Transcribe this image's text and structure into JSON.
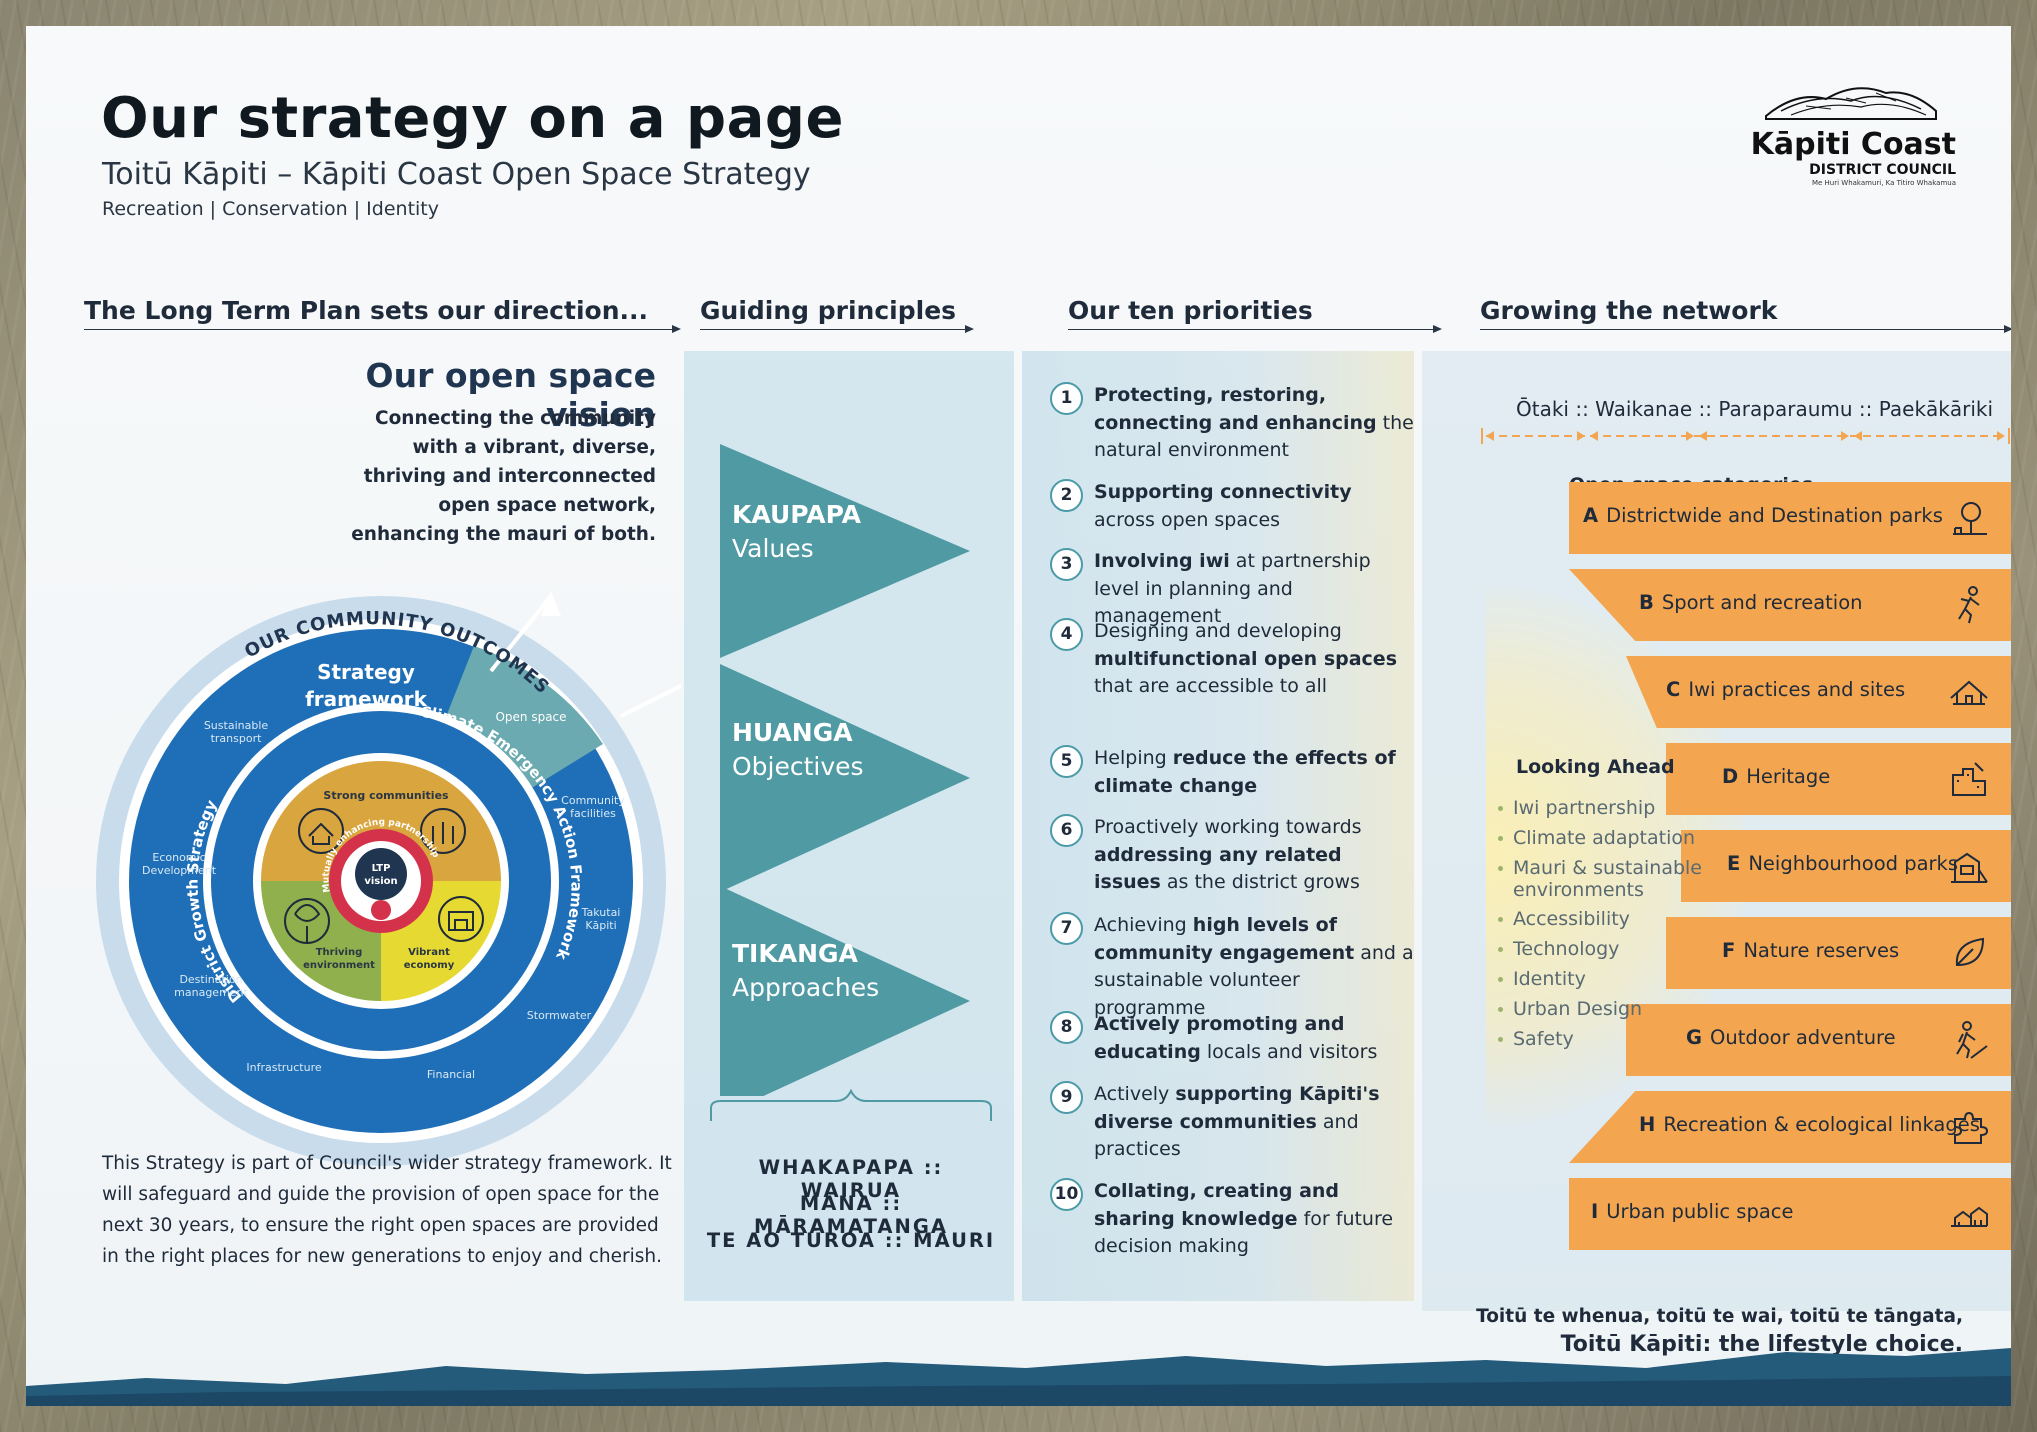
{
  "header": {
    "title": "Our strategy on a page",
    "subtitle": "Toitū Kāpiti – Kāpiti Coast Open Space Strategy",
    "tagline": "Recreation | Conservation | Identity"
  },
  "logo": {
    "name": "Kāpiti Coast",
    "sub": "DISTRICT COUNCIL",
    "motto": "Me Huri Whakamuri, Ka Titiro Whakamua"
  },
  "columns": {
    "ltp": "The Long Term Plan sets our direction...",
    "guiding": "Guiding principles",
    "priorities": "Our ten priorities",
    "network": "Growing the network"
  },
  "vision": {
    "title": "Our open space vision",
    "text": "Connecting the community with a vibrant, diverse, thriving and interconnected open space network, enhancing the mauri of both."
  },
  "wheel": {
    "community_outcomes": "OUR COMMUNITY OUTCOMES",
    "strategy_framework_1": "Strategy",
    "strategy_framework_2": "framework",
    "open_space": "Open space",
    "district_growth": "District Growth Strategy",
    "climate_emergency": "Climate Emergency Action Framework",
    "partnership": "Mutually enhancing partnership",
    "ltp_vision_1": "LTP",
    "ltp_vision_2": "vision",
    "strong_communities": "Strong communities",
    "thriving_1": "Thriving",
    "thriving_2": "environment",
    "vibrant_1": "Vibrant",
    "vibrant_2": "economy",
    "outer_labels": {
      "sustainable_1": "Sustainable",
      "sustainable_2": "transport",
      "economic_1": "Economic",
      "economic_2": "Development",
      "destination_1": "Destination",
      "destination_2": "management",
      "infrastructure": "Infrastructure",
      "financial": "Financial",
      "stormwater": "Stormwater",
      "takutai_1": "Takutai",
      "takutai_2": "Kāpiti",
      "community_1": "Community",
      "community_2": "facilities"
    }
  },
  "intro": "This Strategy is part of Council's wider strategy framework. It will safeguard and guide the provision of open space for the next 30 years, to ensure the right open spaces are provided in the right places for new generations to enjoy and cherish.",
  "guiding_principles": [
    {
      "label": "KAUPAPA",
      "sub": "Values"
    },
    {
      "label": "HUANGA",
      "sub": "Objectives"
    },
    {
      "label": "TIKANGA",
      "sub": "Approaches"
    }
  ],
  "guiding_words": [
    "WHAKAPAPA  ::  WAIRUA",
    "MANA  ::  MĀRAMATANGA",
    "TE AO TŪROA  ::  MAURI"
  ],
  "priorities": [
    {
      "num": "1",
      "bold": "Protecting, restoring, connecting and enhancing",
      "rest": " the natural environment"
    },
    {
      "num": "2",
      "bold": "Supporting connectivity",
      "rest": " across open spaces"
    },
    {
      "num": "3",
      "bold": "Involving iwi",
      "rest": " at partnership level in planning and management"
    },
    {
      "num": "4",
      "pre": "Designing and developing ",
      "bold": "multifunctional open spaces",
      "rest": " that are accessible to all"
    },
    {
      "num": "5",
      "pre": "Helping ",
      "bold": "reduce the effects of climate change",
      "rest": ""
    },
    {
      "num": "6",
      "pre": "Proactively working towards ",
      "bold": "addressing any related issues",
      "rest": " as the district grows"
    },
    {
      "num": "7",
      "pre": "Achieving ",
      "bold": "high levels of community engagement",
      "rest": " and a sustainable volunteer programme"
    },
    {
      "num": "8",
      "bold": "Actively promoting and educating",
      "rest": " locals and visitors"
    },
    {
      "num": "9",
      "pre": "Actively ",
      "bold": "supporting Kāpiti's diverse communities",
      "rest": " and practices"
    },
    {
      "num": "10",
      "bold": "Collating, creating and sharing knowledge",
      "rest": " for future decision making"
    }
  ],
  "network": {
    "towns": "Ōtaki :: Waikanae ::  Paraparaumu :: Paekākāriki",
    "categories_title": "Open space categories",
    "categories": [
      {
        "letter": "A",
        "label": "Districtwide and Destination parks",
        "icon": "tree-icon"
      },
      {
        "letter": "B",
        "label": "Sport and recreation",
        "icon": "runner-icon"
      },
      {
        "letter": "C",
        "label": "Iwi practices and sites",
        "icon": "wharenui-icon"
      },
      {
        "letter": "D",
        "label": "Heritage",
        "icon": "heritage-icon"
      },
      {
        "letter": "E",
        "label": "Neighbourhood parks",
        "icon": "playground-icon"
      },
      {
        "letter": "F",
        "label": "Nature reserves",
        "icon": "leaf-icon"
      },
      {
        "letter": "G",
        "label": "Outdoor adventure",
        "icon": "hiker-icon"
      },
      {
        "letter": "H",
        "label": "Recreation & ecological linkages",
        "icon": "puzzle-icon"
      },
      {
        "letter": "I",
        "label": "Urban public space",
        "icon": "city-icon"
      }
    ],
    "looking_ahead_title": "Looking Ahead",
    "looking_ahead": [
      "Iwi partnership",
      "Climate adaptation",
      "Mauri & sustainable",
      "environments",
      "Accessibility",
      "Technology",
      "Identity",
      "Urban Design",
      "Safety"
    ]
  },
  "closing": {
    "line1": "Toitū te whenua, toitū te wai, toitū te tāngata,",
    "line2": "Toitū Kāpiti: the lifestyle choice."
  },
  "colors": {
    "teal": "#4f9aa3",
    "orange": "#f3a550",
    "navy": "#1f3550",
    "blue_ring": "#1f6fb8"
  }
}
